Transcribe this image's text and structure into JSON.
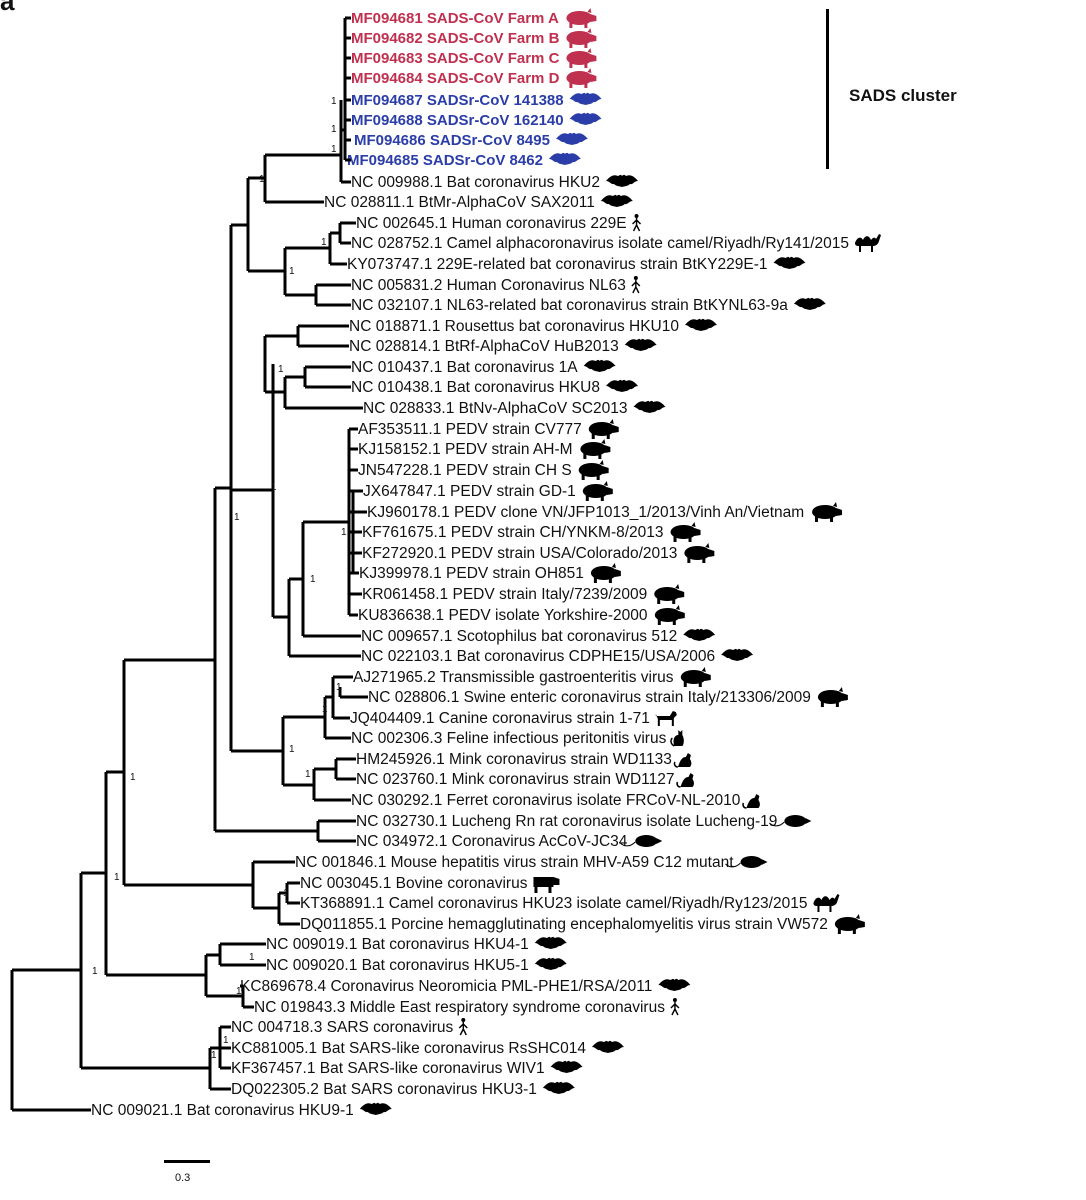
{
  "figure": {
    "panel_letter": "a",
    "cluster_label": "SADS cluster",
    "scale_bar_label": "0.3",
    "colors": {
      "pig_cluster": "#c0304f",
      "bat_cluster": "#2b3da8",
      "default": "#111111"
    }
  },
  "taxa": [
    {
      "id": "mf094681",
      "label": "MF094681 SADS-CoV Farm A",
      "host": "pig",
      "group": "pig_cluster"
    },
    {
      "id": "mf094682",
      "label": "MF094682 SADS-CoV Farm B",
      "host": "pig",
      "group": "pig_cluster"
    },
    {
      "id": "mf094683",
      "label": "MF094683 SADS-CoV Farm C",
      "host": "pig",
      "group": "pig_cluster"
    },
    {
      "id": "mf094684",
      "label": "MF094684 SADS-CoV Farm D",
      "host": "pig",
      "group": "pig_cluster"
    },
    {
      "id": "mf094687",
      "label": "MF094687 SADSr-CoV 141388",
      "host": "bat",
      "group": "bat_cluster"
    },
    {
      "id": "mf094688",
      "label": "MF094688 SADSr-CoV 162140",
      "host": "bat",
      "group": "bat_cluster"
    },
    {
      "id": "mf094686",
      "label": "MF094686 SADSr-CoV 8495",
      "host": "bat",
      "group": "bat_cluster"
    },
    {
      "id": "mf094685",
      "label": "MF094685 SADSr-CoV 8462",
      "host": "bat",
      "group": "bat_cluster"
    },
    {
      "id": "nc009988",
      "label": "NC 009988.1 Bat coronavirus HKU2",
      "host": "bat",
      "group": "default"
    },
    {
      "id": "nc028811",
      "label": "NC 028811.1 BtMr-AlphaCoV SAX2011",
      "host": "bat",
      "group": "default"
    },
    {
      "id": "nc002645",
      "label": "NC 002645.1 Human coronavirus 229E",
      "host": "human",
      "group": "default"
    },
    {
      "id": "nc028752",
      "label": "NC 028752.1 Camel alphacoronavirus isolate camel/Riyadh/Ry141/2015",
      "host": "camel",
      "group": "default"
    },
    {
      "id": "ky073747",
      "label": "KY073747.1 229E-related bat coronavirus strain BtKY229E-1",
      "host": "bat",
      "group": "default"
    },
    {
      "id": "nc005831",
      "label": "NC 005831.2 Human Coronavirus NL63",
      "host": "human",
      "group": "default"
    },
    {
      "id": "nc032107",
      "label": "NC 032107.1 NL63-related bat coronavirus strain BtKYNL63-9a",
      "host": "bat",
      "group": "default"
    },
    {
      "id": "nc018871",
      "label": "NC 018871.1 Rousettus bat coronavirus HKU10",
      "host": "bat",
      "group": "default"
    },
    {
      "id": "nc028814",
      "label": "NC 028814.1 BtRf-AlphaCoV HuB2013",
      "host": "bat",
      "group": "default"
    },
    {
      "id": "nc010437",
      "label": "NC 010437.1 Bat coronavirus 1A",
      "host": "bat",
      "group": "default"
    },
    {
      "id": "nc010438",
      "label": "NC 010438.1 Bat coronavirus HKU8",
      "host": "bat",
      "group": "default"
    },
    {
      "id": "nc028833",
      "label": "NC 028833.1 BtNv-AlphaCoV SC2013",
      "host": "bat",
      "group": "default"
    },
    {
      "id": "af353511",
      "label": "AF353511.1 PEDV strain CV777",
      "host": "pig",
      "group": "default"
    },
    {
      "id": "kj158152",
      "label": "KJ158152.1 PEDV strain AH-M",
      "host": "pig",
      "group": "default"
    },
    {
      "id": "jn547228",
      "label": "JN547228.1 PEDV strain CH S",
      "host": "pig",
      "group": "default"
    },
    {
      "id": "jx647847",
      "label": "JX647847.1 PEDV strain GD-1",
      "host": "pig",
      "group": "default"
    },
    {
      "id": "kj960178",
      "label": "KJ960178.1 PEDV clone VN/JFP1013_1/2013/Vinh An/Vietnam",
      "host": "pig",
      "group": "default"
    },
    {
      "id": "kf761675",
      "label": "KF761675.1 PEDV strain CH/YNKM-8/2013",
      "host": "pig",
      "group": "default"
    },
    {
      "id": "kf272920",
      "label": "KF272920.1 PEDV strain USA/Colorado/2013",
      "host": "pig",
      "group": "default"
    },
    {
      "id": "kj399978",
      "label": "KJ399978.1 PEDV strain OH851",
      "host": "pig",
      "group": "default"
    },
    {
      "id": "kr061458",
      "label": "KR061458.1 PEDV strain Italy/7239/2009",
      "host": "pig",
      "group": "default"
    },
    {
      "id": "ku836638",
      "label": "KU836638.1 PEDV isolate Yorkshire-2000",
      "host": "pig",
      "group": "default"
    },
    {
      "id": "nc009657",
      "label": "NC 009657.1 Scotophilus bat coronavirus 512",
      "host": "bat",
      "group": "default"
    },
    {
      "id": "nc022103",
      "label": "NC 022103.1 Bat coronavirus CDPHE15/USA/2006",
      "host": "bat",
      "group": "default"
    },
    {
      "id": "aj271965",
      "label": "AJ271965.2 Transmissible gastroenteritis virus",
      "host": "pig",
      "group": "default"
    },
    {
      "id": "nc028806",
      "label": "NC 028806.1 Swine enteric coronavirus strain Italy/213306/2009",
      "host": "pig",
      "group": "default"
    },
    {
      "id": "jq404409",
      "label": "JQ404409.1 Canine coronavirus strain 1-71",
      "host": "dog",
      "group": "default"
    },
    {
      "id": "nc002306",
      "label": "NC 002306.3 Feline infectious peritonitis virus",
      "host": "cat",
      "group": "default"
    },
    {
      "id": "hm245926",
      "label": "HM245926.1 Mink coronavirus strain WD1133",
      "host": "mink",
      "group": "default"
    },
    {
      "id": "nc023760",
      "label": "NC 023760.1 Mink coronavirus strain WD1127",
      "host": "mink",
      "group": "default"
    },
    {
      "id": "nc030292",
      "label": "NC 030292.1 Ferret coronavirus isolate FRCoV-NL-2010",
      "host": "mink",
      "group": "default"
    },
    {
      "id": "nc032730",
      "label": "NC 032730.1 Lucheng Rn rat coronavirus isolate Lucheng-19",
      "host": "rodent",
      "group": "default"
    },
    {
      "id": "nc034972",
      "label": "NC 034972.1 Coronavirus AcCoV-JC34",
      "host": "rodent",
      "group": "default"
    },
    {
      "id": "nc001846",
      "label": "NC 001846.1 Mouse hepatitis virus strain MHV-A59 C12 mutant",
      "host": "rodent",
      "group": "default"
    },
    {
      "id": "nc003045",
      "label": "NC 003045.1 Bovine coronavirus",
      "host": "cow",
      "group": "default"
    },
    {
      "id": "kt368891",
      "label": "KT368891.1 Camel coronavirus HKU23 isolate camel/Riyadh/Ry123/2015",
      "host": "camel",
      "group": "default"
    },
    {
      "id": "dq011855",
      "label": "DQ011855.1 Porcine hemagglutinating encephalomyelitis virus strain VW572",
      "host": "pig",
      "group": "default"
    },
    {
      "id": "nc009019",
      "label": "NC 009019.1 Bat coronavirus HKU4-1",
      "host": "bat",
      "group": "default"
    },
    {
      "id": "nc009020",
      "label": "NC 009020.1 Bat coronavirus HKU5-1",
      "host": "bat",
      "group": "default"
    },
    {
      "id": "kc869678",
      "label": "KC869678.4 Coronavirus Neoromicia PML-PHE1/RSA/2011",
      "host": "bat",
      "group": "default"
    },
    {
      "id": "nc019843",
      "label": "NC 019843.3 Middle East respiratory syndrome coronavirus",
      "host": "human",
      "group": "default"
    },
    {
      "id": "nc004718",
      "label": "NC 004718.3 SARS coronavirus",
      "host": "human",
      "group": "default"
    },
    {
      "id": "kc881005",
      "label": "KC881005.1 Bat SARS-like coronavirus RsSHC014",
      "host": "bat",
      "group": "default"
    },
    {
      "id": "kf367457",
      "label": "KF367457.1 Bat SARS-like coronavirus WIV1",
      "host": "bat",
      "group": "default"
    },
    {
      "id": "dq022305",
      "label": "DQ022305.2 Bat SARS coronavirus HKU3-1",
      "host": "bat",
      "group": "default"
    },
    {
      "id": "nc009021",
      "label": "NC 009021.1 Bat coronavirus HKU9-1",
      "host": "bat",
      "group": "default"
    }
  ],
  "support_value": "1"
}
